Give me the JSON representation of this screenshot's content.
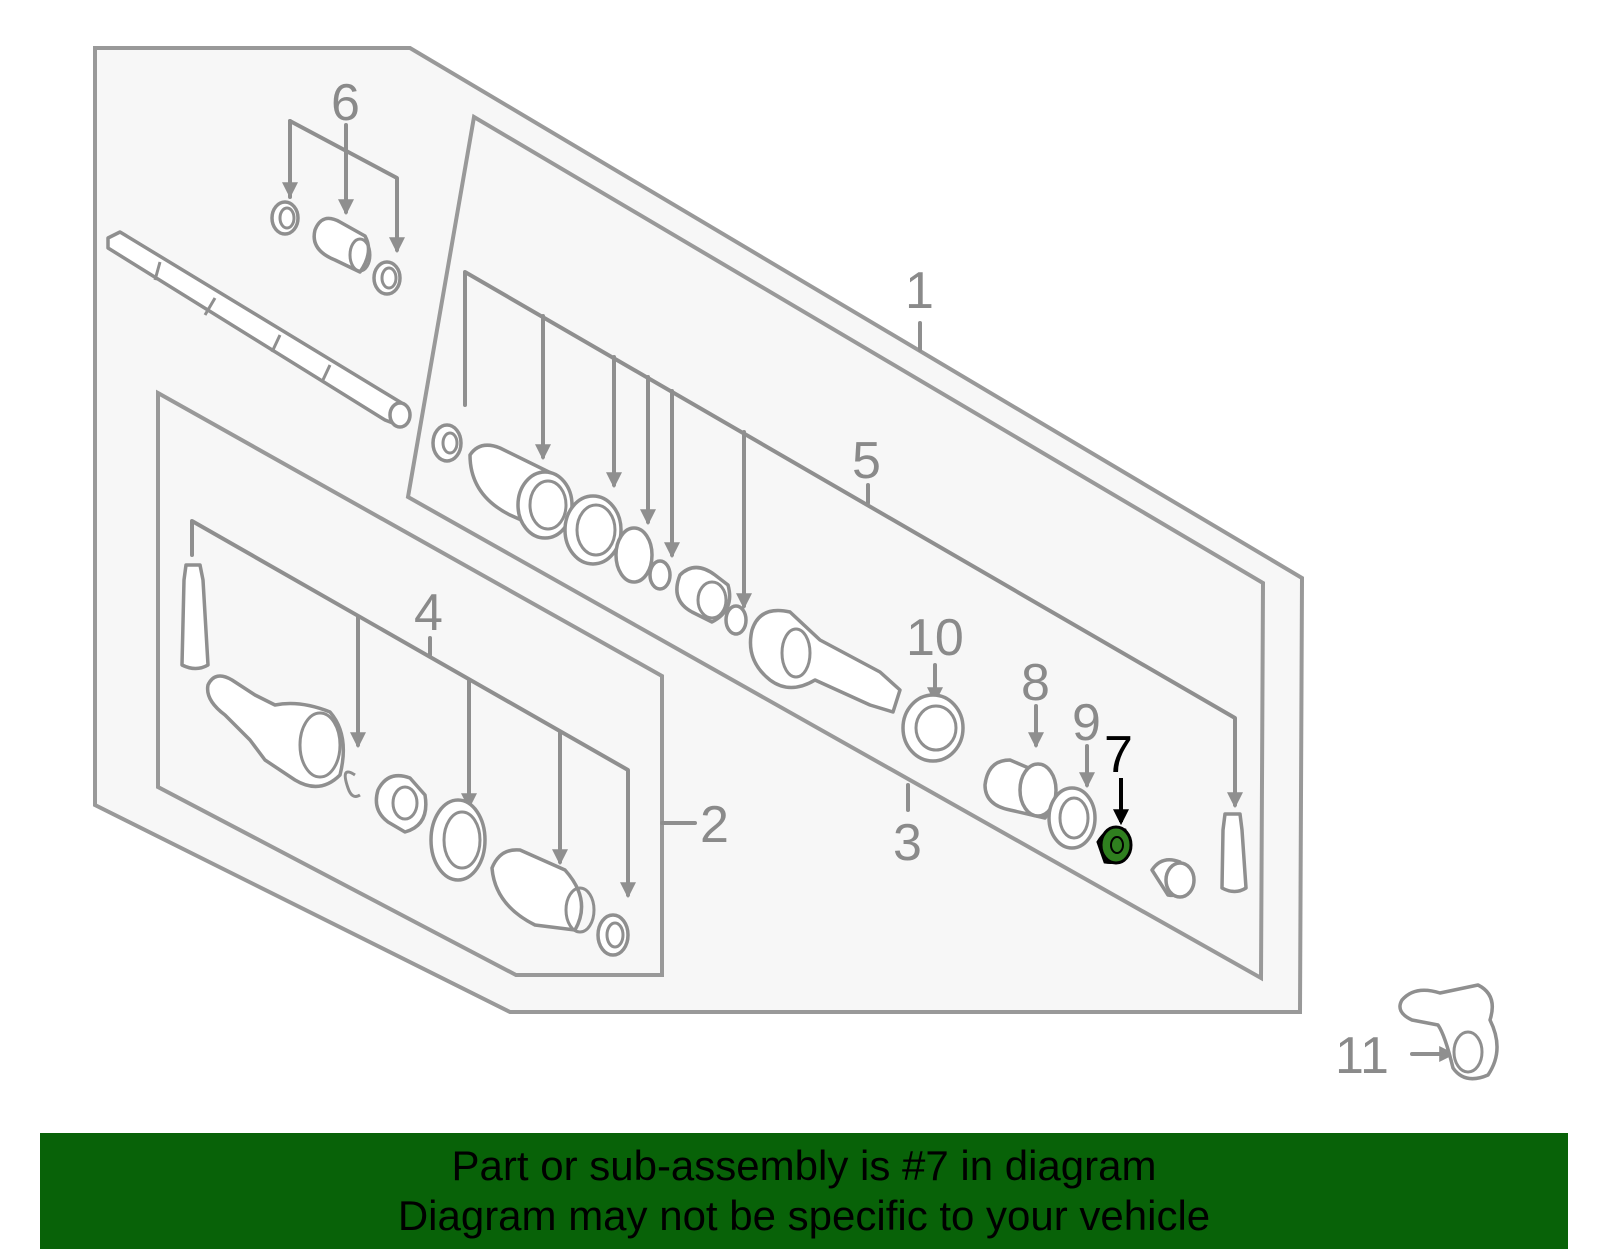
{
  "diagram": {
    "callouts": {
      "c1": "1",
      "c2": "2",
      "c3": "3",
      "c4": "4",
      "c5": "5",
      "c6": "6",
      "c7": "7",
      "c8": "8",
      "c9": "9",
      "c10": "10",
      "c11": "11"
    },
    "highlighted_part": "7",
    "highlight_color": "#2f7f1f",
    "line_color": "#8f8f8f"
  },
  "banner": {
    "line1": "Part or sub-assembly is #7 in diagram",
    "line2": "Diagram may not be specific to your vehicle",
    "background": "#086208"
  }
}
